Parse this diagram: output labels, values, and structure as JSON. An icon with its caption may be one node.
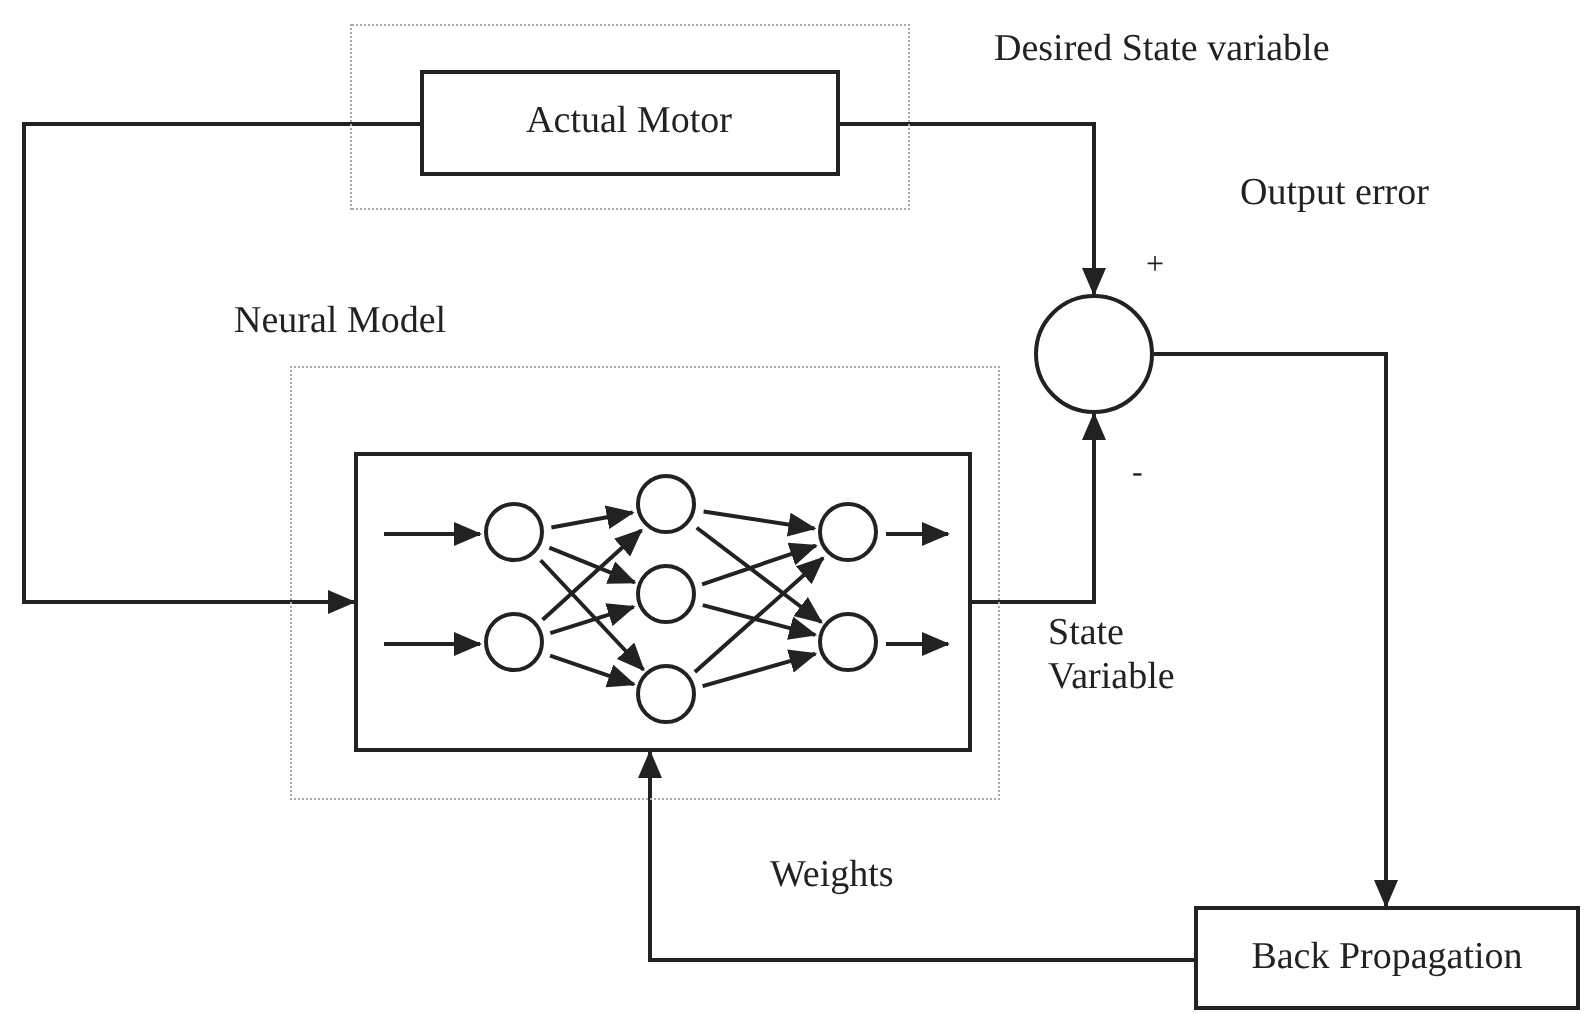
{
  "diagram": {
    "nodes": [
      {
        "text": [],
        "shape": "box"
      },
      {
        "text": [
          "Actual Motor"
        ],
        "in": 0
      },
      {
        "text": [
          "Neural Model"
        ]
      },
      {
        "text": [],
        "shape": "box",
        "in": 2
      },
      {
        "text": [],
        "shape": "circle",
        "in": 3
      },
      {
        "text": [],
        "shape": "circle",
        "in": 3
      },
      {
        "text": [],
        "shape": "circle",
        "in": 3
      },
      {
        "text": [],
        "shape": "circle",
        "in": 3
      },
      {
        "text": [],
        "shape": "circle",
        "in": 3
      },
      {
        "text": [],
        "shape": "circle",
        "in": 3
      },
      {
        "text": [],
        "shape": "circle",
        "in": 3
      },
      {
        "text": [],
        "shape": "circle"
      },
      {
        "text": [
          "Back Propagation"
        ]
      }
    ],
    "edges": [
      {
        "from": 1,
        "to": 3,
        "arrow": "to"
      },
      {
        "from": 1,
        "to": 11,
        "arrow": "to"
      },
      {
        "from": 3,
        "to": 11,
        "arrow": "to",
        "label": "State Variable"
      },
      {
        "from": 11,
        "to": 12,
        "arrow": "to",
        "label": "Output error"
      },
      {
        "from": 12,
        "to": 3,
        "arrow": "to",
        "label": "Weights"
      },
      {
        "from": null,
        "to": 4,
        "arrow": "to"
      },
      {
        "from": null,
        "to": 5,
        "arrow": "to"
      },
      {
        "from": 4,
        "to": 6,
        "arrow": "to"
      },
      {
        "from": 4,
        "to": 7,
        "arrow": "to"
      },
      {
        "from": 4,
        "to": 8,
        "arrow": "to"
      },
      {
        "from": 5,
        "to": 6,
        "arrow": "to"
      },
      {
        "from": 5,
        "to": 7,
        "arrow": "to"
      },
      {
        "from": 5,
        "to": 8,
        "arrow": "to"
      },
      {
        "from": 6,
        "to": 9,
        "arrow": "to"
      },
      {
        "from": 6,
        "to": 10,
        "arrow": "to"
      },
      {
        "from": 7,
        "to": 9,
        "arrow": "to"
      },
      {
        "from": 7,
        "to": 10,
        "arrow": "to"
      },
      {
        "from": 8,
        "to": 9,
        "arrow": "to"
      },
      {
        "from": 8,
        "to": 10,
        "arrow": "to"
      },
      {
        "from": 9,
        "to": null,
        "arrow": "to"
      },
      {
        "from": 10,
        "to": null,
        "arrow": "to"
      }
    ],
    "labels": [
      "Desired State variable",
      "+",
      "-"
    ]
  }
}
